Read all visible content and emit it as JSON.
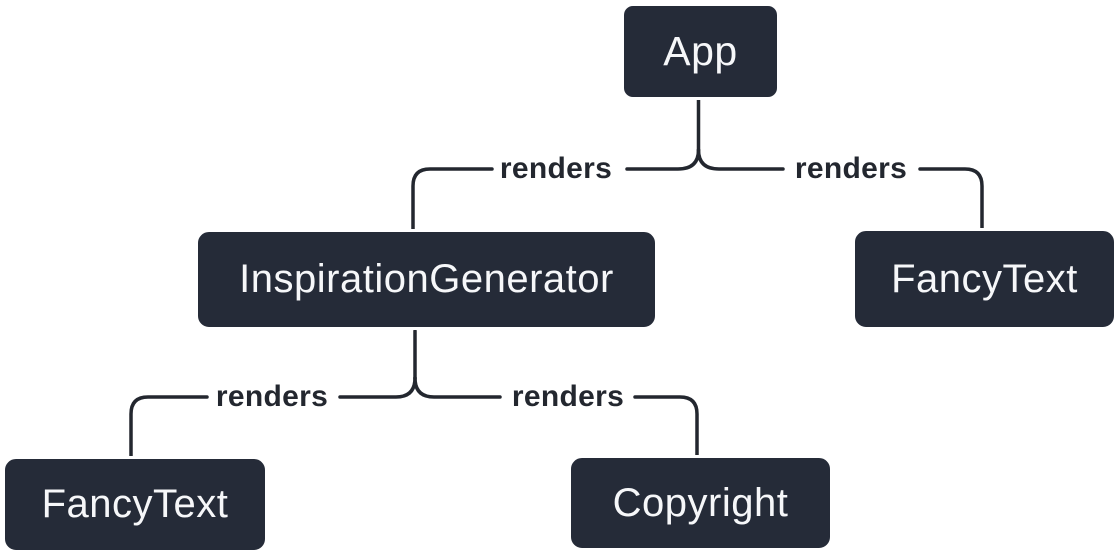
{
  "colors": {
    "background": "#FFFFFF",
    "node_fill": "#252B38",
    "node_border": "#FFFFFF",
    "node_text": "#F6F7F9",
    "edge": "#23272F"
  },
  "diagram": {
    "nodes": [
      {
        "id": "app",
        "label": "App"
      },
      {
        "id": "inspiration-generator",
        "label": "InspirationGenerator"
      },
      {
        "id": "fancy-text-top",
        "label": "FancyText"
      },
      {
        "id": "fancy-text-bottom",
        "label": "FancyText"
      },
      {
        "id": "copyright",
        "label": "Copyright"
      }
    ],
    "edges": [
      {
        "from": "App",
        "to": "InspirationGenerator",
        "label": "renders"
      },
      {
        "from": "App",
        "to": "FancyText",
        "label": "renders"
      },
      {
        "from": "InspirationGenerator",
        "to": "FancyText",
        "label": "renders"
      },
      {
        "from": "InspirationGenerator",
        "to": "Copyright",
        "label": "renders"
      }
    ]
  }
}
